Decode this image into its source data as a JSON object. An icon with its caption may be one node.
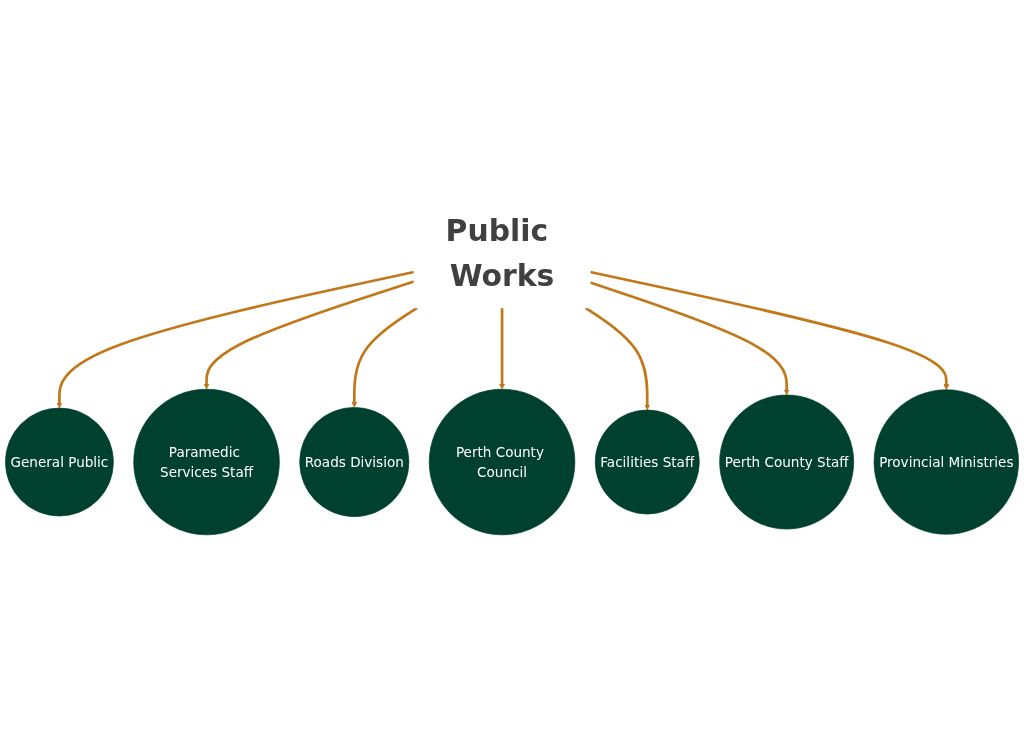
{
  "diagram": {
    "nodes": [
      {
        "text": [
          "General Public"
        ]
      },
      {
        "text": [
          "Paramedic Services Staff"
        ]
      },
      {
        "text": [
          "Roads Division"
        ]
      },
      {
        "text": [
          "Perth County Council"
        ]
      },
      {
        "text": [
          "Public Works"
        ]
      },
      {
        "text": [
          "Facilities Staff"
        ]
      },
      {
        "text": [
          "Perth County Staff"
        ]
      },
      {
        "text": [
          "Provincial Ministries"
        ]
      }
    ],
    "edges": [
      {
        "from": 4,
        "to": 0,
        "arrow": "to"
      },
      {
        "from": 4,
        "to": 1,
        "arrow": "to"
      },
      {
        "from": 4,
        "to": 2,
        "arrow": "to"
      },
      {
        "from": 4,
        "to": 3,
        "arrow": "to"
      },
      {
        "from": 4,
        "to": 5,
        "arrow": "to"
      },
      {
        "from": 4,
        "to": 6,
        "arrow": "to"
      },
      {
        "from": 4,
        "to": 7,
        "arrow": "to"
      }
    ]
  }
}
